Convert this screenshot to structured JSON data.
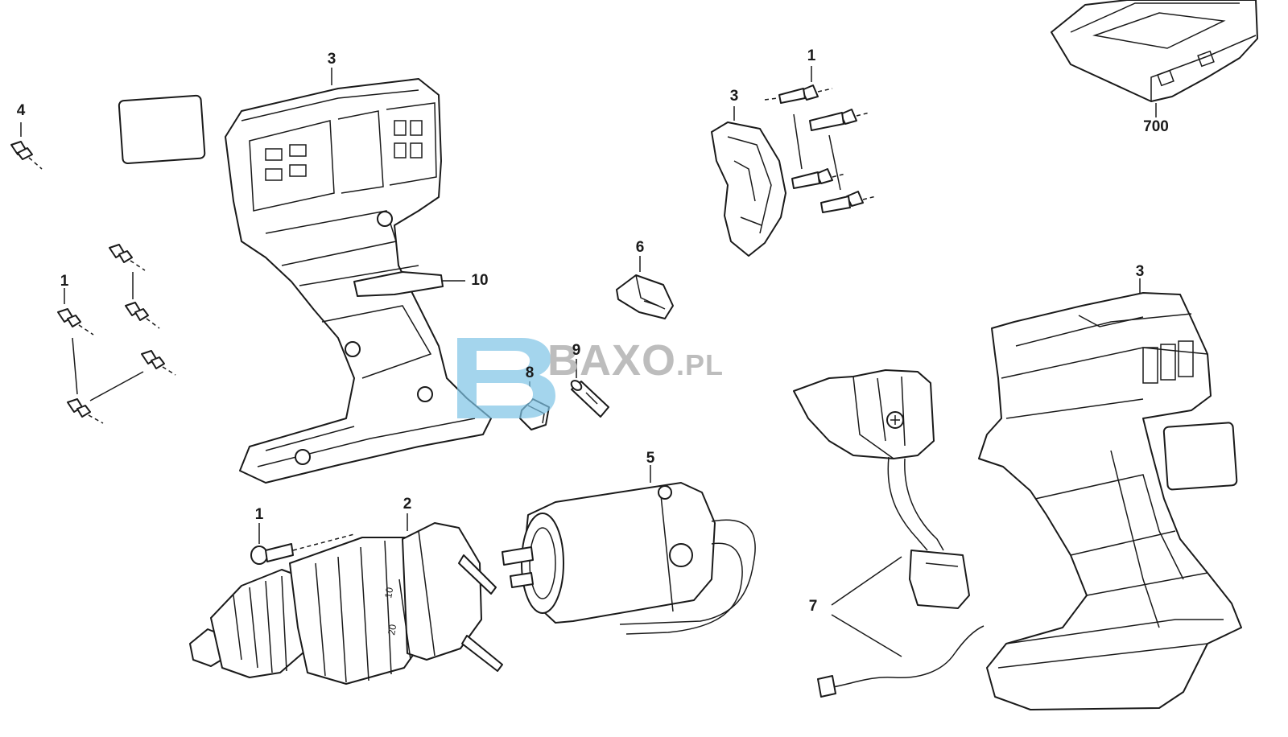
{
  "watermark": {
    "mark": "B",
    "text": "BAXO",
    "suffix": ".PL",
    "color": "#bdbdbd",
    "accent": "#7ec3e6"
  },
  "labels": {
    "housing_left": "3",
    "screw_left_top": "4",
    "screws_left": "1",
    "clip_10": "10",
    "screw_chuck": "1",
    "gearbox": "2",
    "motor": "5",
    "part_6": "6",
    "part_8": "8",
    "part_9": "9",
    "screws_center": "1",
    "housing_center": "3",
    "battery": "700",
    "housing_right": "3",
    "switch": "7"
  }
}
